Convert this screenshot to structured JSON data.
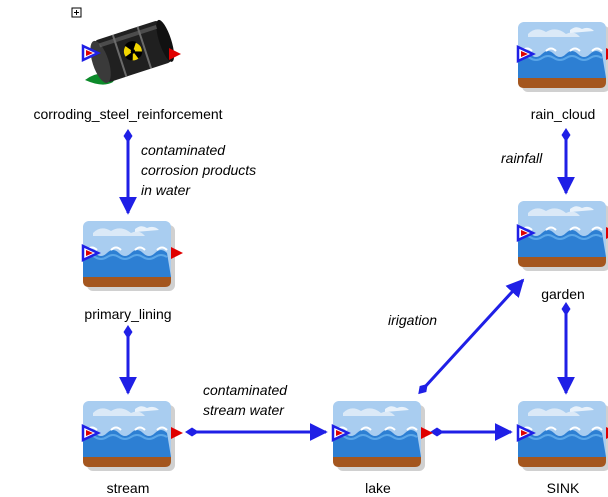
{
  "diagram": {
    "nodes": [
      {
        "id": "corroding",
        "type": "dump",
        "label": "corroding_steel_reinforcement",
        "expand_icon": "plus-box-icon"
      },
      {
        "id": "primary",
        "type": "cell",
        "label": "primary_lining"
      },
      {
        "id": "stream",
        "type": "cell",
        "label": "stream"
      },
      {
        "id": "lake",
        "type": "cell",
        "label": "lake"
      },
      {
        "id": "sink",
        "type": "cell",
        "label": "SINK"
      },
      {
        "id": "garden",
        "type": "cell",
        "label": "garden"
      },
      {
        "id": "rain",
        "type": "cell",
        "label": "rain_cloud"
      }
    ],
    "edges": [
      {
        "id": "corr-primary",
        "from": "corroding",
        "to": "primary",
        "label_lines": [
          "contaminated",
          "corrosion products",
          "in water"
        ]
      },
      {
        "id": "primary-stream",
        "from": "primary",
        "to": "stream",
        "label_lines": []
      },
      {
        "id": "stream-lake",
        "from": "stream",
        "to": "lake",
        "label_lines": [
          "contaminated",
          "stream water"
        ]
      },
      {
        "id": "lake-sink",
        "from": "lake",
        "to": "sink",
        "label_lines": []
      },
      {
        "id": "lake-garden",
        "from": "lake",
        "to": "garden",
        "label_lines": [
          "irigation"
        ]
      },
      {
        "id": "garden-sink",
        "from": "garden",
        "to": "sink",
        "label_lines": []
      },
      {
        "id": "rain-garden",
        "from": "rain",
        "to": "garden",
        "label_lines": [
          "rainfall"
        ]
      }
    ]
  },
  "colors": {
    "arrow": "#1f1fe6",
    "sky": "#a9cdf0",
    "sky_dark": "#6ea3d8",
    "water": "#2d7fd3",
    "water_light": "#5aa6e8",
    "soil": "#a4561e",
    "port_in": "#1f1fe6",
    "port_out": "#e00000",
    "barrel": "#202020",
    "barrel_hi": "#6a6a6a",
    "leak": "#0c8a2a",
    "hazard": "#f2d600"
  }
}
